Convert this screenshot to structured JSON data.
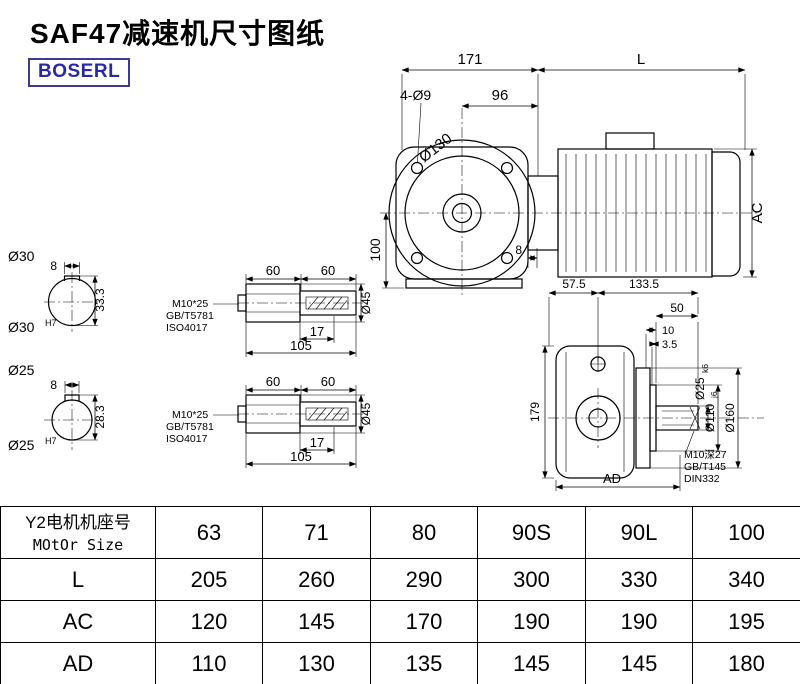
{
  "page": {
    "title": "SAF47减速机尺寸图纸",
    "brand": "BOSERL"
  },
  "front_view": {
    "dim_171": "171",
    "dim_L": "L",
    "dim_96": "96",
    "bolt_holes": "4-Ø9",
    "flange_dia": "Ø130",
    "dim_100": "100",
    "dim_AC": "AC",
    "dim_8": "8"
  },
  "bore_30": {
    "label": "Ø30",
    "key_width": "8",
    "key_depth": "33.3",
    "tol_base": "Ø30",
    "tol_sup": "H7"
  },
  "bore_25": {
    "label": "Ø25",
    "key_width": "8",
    "key_depth": "28.3",
    "tol_base": "Ø25",
    "tol_sup": "H7"
  },
  "shaft_detail_top": {
    "dim_60_left": "60",
    "dim_60_right": "60",
    "dim_17": "17",
    "dim_105": "105",
    "dia_45": "Ø45",
    "bolt_spec": "M10*25",
    "bolt_std_1": "GB/T5781",
    "bolt_std_2": "ISO4017"
  },
  "shaft_detail_bottom": {
    "dim_60_left": "60",
    "dim_60_right": "60",
    "dim_17": "17",
    "dim_105": "105",
    "dia_45": "Ø45",
    "bolt_spec": "M10*25",
    "bolt_std_1": "GB/T5781",
    "bolt_std_2": "ISO4017"
  },
  "side_view": {
    "dim_57_5": "57.5",
    "dim_133_5": "133.5",
    "dim_50": "50",
    "dim_10": "10",
    "dim_3_5": "3.5",
    "shaft_dia_base": "Ø25",
    "shaft_dia_sup": "k6",
    "spigot_dia_base": "Ø110",
    "spigot_dia_sup": "j6",
    "flange_dia": "Ø160",
    "dim_179": "179",
    "dim_AD": "AD",
    "tap_spec": "M10深27",
    "tap_std_1": "GB/T145",
    "tap_std_2": "DIN332"
  },
  "table": {
    "header_line1": "Y2电机机座号",
    "header_line2": "MOtOr Size",
    "motor_sizes": [
      "63",
      "71",
      "80",
      "90S",
      "90L",
      "100"
    ],
    "rows": [
      {
        "label": "L",
        "values": [
          "205",
          "260",
          "290",
          "300",
          "330",
          "340"
        ]
      },
      {
        "label": "AC",
        "values": [
          "120",
          "145",
          "170",
          "190",
          "190",
          "195"
        ]
      },
      {
        "label": "AD",
        "values": [
          "110",
          "130",
          "135",
          "145",
          "145",
          "180"
        ]
      }
    ]
  }
}
